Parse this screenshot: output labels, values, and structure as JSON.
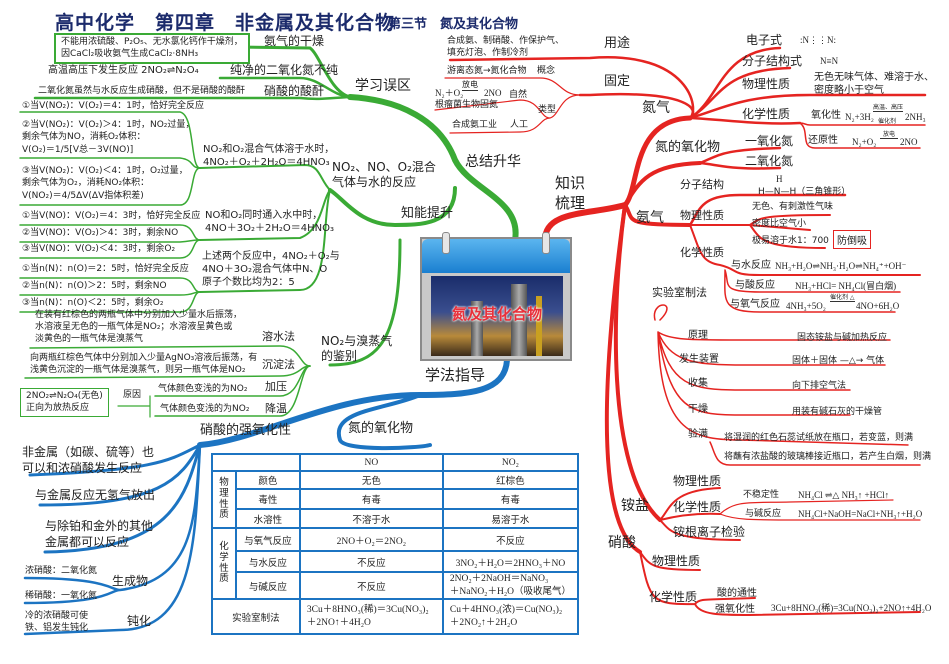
{
  "header": {
    "title": "高中化学　第四章　非金属及其化合物",
    "subtitle": "第三节　氮及其化合物"
  },
  "center": {
    "card_title": "氮及其化合物"
  },
  "colors": {
    "green": "#3aaa35",
    "red": "#e52421",
    "blue": "#1c74c2",
    "title": "#1b2a6b"
  },
  "summary": {
    "label": "总结升华",
    "mistakes": {
      "label": "学习误区",
      "items": [
        {
          "label": "氨气的干燥",
          "note": [
            "不能用浓硫酸、P₂O₅、无水氯化钙作干燥剂，",
            "因CaCl₂吸收氨气生成CaCl₂·8NH₃"
          ]
        },
        {
          "label": "纯净的二氧化氮不纯",
          "note": [
            "高温高压下发生反应 2NO₂⇌N₂O₄"
          ]
        },
        {
          "label": "硝酸的酸酐",
          "note": [
            "二氧化氮虽然与水反应生成硝酸，但不是硝酸的酸酐"
          ]
        }
      ]
    },
    "ability": {
      "label": "知能提升",
      "mix": {
        "label": [
          "NO₂、NO、O₂混合",
          "气体与水的反应"
        ],
        "no2_o2": {
          "desc": [
            "NO₂和O₂混合气体溶于水时，",
            "4NO₂＋O₂＋2H₂O＝4HNO₃"
          ],
          "cases": [
            "①当V(NO₂)：V(O₂)＝4：1时，恰好完全反应",
            "②当V(NO₂)：V(O₂)＞4：1时，NO₂过量，",
            "剩余气体为NO，消耗O₂体积：",
            "V(O₂)＝1/5[V总－3V(NO)]",
            "③当V(NO₂)：V(O₂)＜4：1时，O₂过量，",
            "剩余气体为O₂，消耗NO₂体积：",
            "V(NO₂)＝4/5ΔV(ΔV指体积差)"
          ]
        },
        "no_o2": {
          "desc": [
            "NO和O₂同时通入水中时，",
            "4NO＋3O₂＋2H₂O＝4HNO₃"
          ],
          "cases": [
            "①当V(NO)：V(O₂)＝4：3时，恰好完全反应",
            "②当V(NO)：V(O₂)＞4：3时，剩余NO",
            "③当V(NO)：V(O₂)＜4：3时，剩余O₂"
          ]
        },
        "ratio": {
          "desc": [
            "上述两个反应中，4NO₂＋O₂与",
            "4NO＋3O₂混合气体中N、O",
            "原子个数比均为2：5"
          ],
          "cases": [
            "①当n(N)：n(O)＝2：5时，恰好完全反应",
            "②当n(N)：n(O)＞2：5时，剩余NO",
            "③当n(N)：n(O)＜2：5时，剩余O₂"
          ]
        }
      },
      "identify": {
        "label": [
          "NO₂与溴蒸气",
          "的鉴别"
        ],
        "water": {
          "label": "溶水法",
          "desc": [
            "在装有红棕色的两瓶气体中分别加入少量水后振荡，",
            "水溶液呈无色的一瓶气体是NO₂；水溶液呈黄色或",
            "淡黄色的一瓶气体是溴蒸气"
          ]
        },
        "precip": {
          "label": "沉淀法",
          "desc": [
            "向两瓶红棕色气体中分别加入少量AgNO₃溶液后振荡，有",
            "浅黄色沉淀的一瓶气体是溴蒸气，则另一瓶气体是NO₂"
          ]
        },
        "pressure": {
          "label": "加压",
          "desc": "气体颜色变浅的为NO₂"
        },
        "cool": {
          "label": "降温",
          "desc": "气体颜色变浅的为NO₂"
        },
        "reason": {
          "label": "原因",
          "box": [
            "2NO₂⇌N₂O₄(无色)",
            "正向为放热反应"
          ]
        }
      }
    }
  },
  "knowledge": {
    "label": [
      "知识",
      "梳理"
    ],
    "nitrogen": {
      "label": "氮气",
      "use": {
        "label": "用途",
        "desc": [
          "合成氨、制硝酸、作保护气、",
          "填充灯泡、作制冷剂"
        ]
      },
      "fixation": {
        "label": "固定",
        "concept_label": "概念",
        "concept": "游离态氮→氮化合物",
        "type_label": "类型",
        "natural_label": "自然",
        "natural": [
          "N₂＋O₂",
          "放电",
          "2NO",
          "根瘤菌生物固氮"
        ],
        "artificial_label": "人工",
        "artificial": "合成氨工业"
      },
      "electron": {
        "label": "电子式",
        "value": ":N⋮⋮N:"
      },
      "structure": {
        "label": "分子结构式",
        "value": "N≡N"
      },
      "physical": {
        "label": "物理性质",
        "value": [
          "无色无味气体、难溶于水、",
          "密度略小于空气"
        ]
      },
      "chemical": {
        "label": "化学性质",
        "oxidizing": {
          "label": "氧化性",
          "eq_left": "N₂+3H₂",
          "cond_top": "高温、高压",
          "cond_bottom": "催化剂",
          "eq_right": "2NH₃"
        },
        "reducing": {
          "label": "还原性",
          "eq_left": "N₂+O₂",
          "cond_top": "放电",
          "eq_right": "2NO"
        }
      }
    },
    "oxides": {
      "label": "氮的氧化物",
      "items": [
        "一氧化氮",
        "二氧化氮"
      ]
    },
    "ammonia": {
      "label": "氨气",
      "structure": {
        "label": "分子结构",
        "top": "H",
        "value": "H—N—H（三角锥形）"
      },
      "physical": {
        "label": "物理性质",
        "items": [
          "无色、有刺激性气味",
          "密度比空气小",
          "极易溶于水1：700"
        ],
        "note": "防倒吸"
      },
      "chemical": {
        "label": "化学性质",
        "items": [
          {
            "label": "与水反应",
            "eq": "NH₃+H₂O⇌NH₃·H₂O⇌NH₄⁺+OH⁻"
          },
          {
            "label": "与酸反应",
            "eq": "NH₃+HCl= NH₄Cl(冒白烟)"
          },
          {
            "label": "与氧气反应",
            "eq_left": "4NH₃+5O₂",
            "cond": "催化剂 △",
            "eq_right": "4NO+6H₂O"
          }
        ]
      },
      "lab": {
        "label": "实验室制法",
        "items": [
          {
            "label": "原理",
            "value": "固态铵盐与碱加热反应"
          },
          {
            "label": "发生装置",
            "value": "固体＋固体 —△→ 气体"
          },
          {
            "label": "收集",
            "value": "向下排空气法"
          },
          {
            "label": "干燥",
            "value": "用装有碱石灰的干燥管"
          },
          {
            "label": "验满",
            "values": [
              "将湿润的红色石蕊试纸放在瓶口，若变蓝，则满",
              "将蘸有浓盐酸的玻璃棒接近瓶口，若产生白烟，则满"
            ]
          }
        ]
      }
    },
    "ammonium": {
      "label": "铵盐",
      "physical": "物理性质",
      "chemical": {
        "label": "化学性质",
        "items": [
          {
            "label": "不稳定性",
            "eq": "NH₄Cl ⇌△ NH₃↑ +HCl↑"
          },
          {
            "label": "与碱反应",
            "eq": "NH₄Cl+NaOH=NaCl+NH₃↑+H₂O"
          }
        ]
      },
      "test": "铵根离子检验"
    },
    "nitric": {
      "label": "硝酸",
      "physical": "物理性质",
      "chemical": {
        "label": "化学性质",
        "acid": "酸的通性",
        "oxid": "强氧化性",
        "eq": "3Cu+8HNO₃(稀)=3Cu(NO₃)₂+2NO↑+4H₂O"
      }
    }
  },
  "method": {
    "label": "学法指导",
    "nitric_oxid": {
      "label": "硝酸的强氧化性",
      "items": [
        [
          "非金属（如碳、硫等）也",
          "可以和浓硝酸发生反应"
        ],
        [
          "与金属反应无氢气放出"
        ],
        [
          "与除铂和金外的其他",
          "金属都可以反应"
        ]
      ],
      "products": {
        "label": "生成物",
        "conc": "浓硝酸：二氧化氮",
        "dilute": "稀硝酸：一氧化氮"
      },
      "passivation": {
        "label": "钝化",
        "desc": [
          "冷的浓硝酸可使",
          "铁、铝发生钝化"
        ]
      }
    },
    "oxides": {
      "label": "氮的氧化物",
      "table": {
        "headers": [
          "NO",
          "NO₂"
        ],
        "group_phys": "物理性质",
        "group_chem": "化学性质",
        "rows": [
          {
            "label": "颜色",
            "no": "无色",
            "no2": "红棕色"
          },
          {
            "label": "毒性",
            "no": "有毒",
            "no2": "有毒"
          },
          {
            "label": "水溶性",
            "no": "不溶于水",
            "no2": "易溶于水"
          },
          {
            "label": "与氧气反应",
            "no": "2NO＋O₂＝2NO₂",
            "no2": "不反应"
          },
          {
            "label": "与水反应",
            "no": "不反应",
            "no2": "3NO₂＋H₂O＝2HNO₃＋NO"
          },
          {
            "label": "与碱反应",
            "no": "不反应",
            "no2": [
              "2NO₂＋2NaOH＝NaNO₃",
              "＋NaNO₂＋H₂O（吸收尾气）"
            ]
          },
          {
            "label": "实验室制法",
            "no": [
              "3Cu＋8HNO₃(稀)＝3Cu(NO₃)₂",
              "＋2NO↑＋4H₂O"
            ],
            "no2": [
              "Cu＋4HNO₃(浓)＝Cu(NO₃)₂",
              "＋2NO₂↑＋2H₂O"
            ]
          }
        ]
      }
    }
  }
}
